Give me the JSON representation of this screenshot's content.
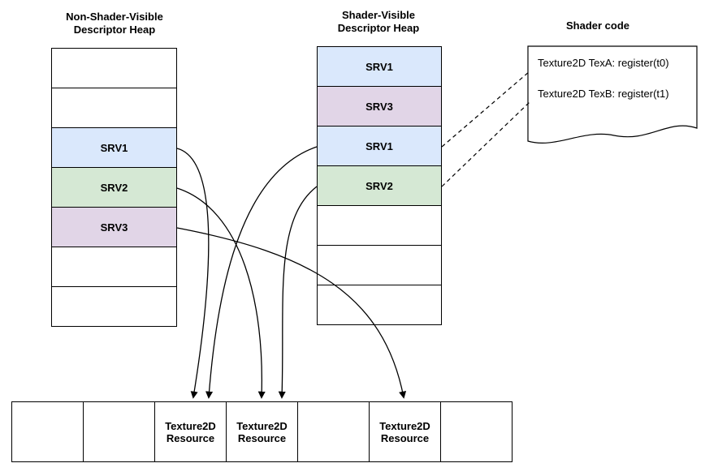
{
  "titles": {
    "left_heap": "Non-Shader-Visible\nDescriptor Heap",
    "shader_heap": "Shader-Visible\nDescriptor Heap",
    "shader_code": "Shader code"
  },
  "left_heap": {
    "cells": [
      {
        "label": "",
        "color": "white"
      },
      {
        "label": "",
        "color": "white"
      },
      {
        "label": "SRV1",
        "color": "blue"
      },
      {
        "label": "SRV2",
        "color": "green"
      },
      {
        "label": "SRV3",
        "color": "purple"
      },
      {
        "label": "",
        "color": "white"
      },
      {
        "label": "",
        "color": "white"
      }
    ]
  },
  "shader_heap": {
    "cells": [
      {
        "label": "SRV1",
        "color": "blue"
      },
      {
        "label": "SRV3",
        "color": "purple"
      },
      {
        "label": "SRV1",
        "color": "blue"
      },
      {
        "label": "SRV2",
        "color": "green"
      },
      {
        "label": "",
        "color": "white"
      },
      {
        "label": "",
        "color": "white"
      },
      {
        "label": "",
        "color": "white"
      }
    ]
  },
  "shader_code": {
    "lines": [
      "Texture2D TexA: register(t0)",
      "Texture2D TexB: register(t1)"
    ]
  },
  "resources": {
    "cells": [
      {
        "label": "",
        "color": "white"
      },
      {
        "label": "",
        "color": "white"
      },
      {
        "label": "Texture2D\nResource",
        "color": "blue"
      },
      {
        "label": "Texture2D\nResource",
        "color": "green"
      },
      {
        "label": "",
        "color": "white"
      },
      {
        "label": "Texture2D\nResource",
        "color": "purple"
      },
      {
        "label": "",
        "color": "white"
      }
    ]
  },
  "colors": {
    "blue_fill": "#dae8fc",
    "green_fill": "#d5e8d4",
    "purple_fill": "#e1d5e7",
    "stroke": "#000000"
  },
  "connections": [
    {
      "from": "non-shader-visible-heap SRV1",
      "to": "blue Texture2D Resource",
      "style": "solid-arrow"
    },
    {
      "from": "shader-visible-heap SRV1 (slot 3)",
      "to": "blue Texture2D Resource",
      "style": "solid-arrow"
    },
    {
      "from": "non-shader-visible-heap SRV2",
      "to": "green Texture2D Resource",
      "style": "solid-arrow"
    },
    {
      "from": "shader-visible-heap SRV2 (slot 4)",
      "to": "green Texture2D Resource",
      "style": "solid-arrow"
    },
    {
      "from": "non-shader-visible-heap SRV3",
      "to": "purple Texture2D Resource",
      "style": "solid-arrow"
    },
    {
      "from": "shader-visible-heap SRV1 (slot 3)",
      "to": "shader code register(t0)",
      "style": "dashed"
    },
    {
      "from": "shader-visible-heap SRV2 (slot 4)",
      "to": "shader code register(t1)",
      "style": "dashed"
    }
  ]
}
